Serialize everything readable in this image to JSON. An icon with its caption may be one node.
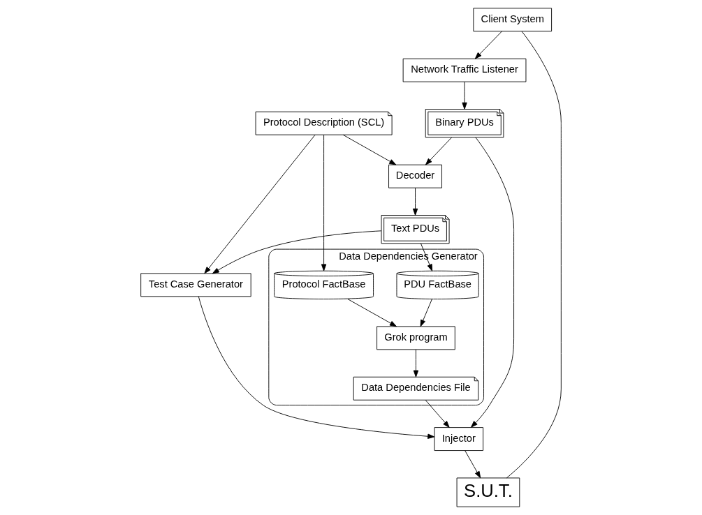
{
  "diagram": {
    "nodes": [
      {
        "text": [
          "Protocol Description (SCL)"
        ]
      },
      {
        "text": [
          "Data Dependencies Generator"
        ]
      },
      {
        "text": [
          "Protocol FactBase"
        ],
        "in": 1
      },
      {
        "text": [
          "Grok program"
        ],
        "in": 1
      },
      {
        "text": [
          "PDU FactBase"
        ],
        "in": 1
      },
      {
        "text": [
          "Data Dependencies File"
        ],
        "in": 1
      },
      {
        "text": [
          "Decoder"
        ]
      },
      {
        "text": [
          "Text PDUs"
        ]
      },
      {
        "text": [
          "Test Case Generator"
        ]
      },
      {
        "text": [
          "Binary PDUs"
        ]
      },
      {
        "text": [
          "Injector"
        ]
      },
      {
        "text": [
          "Network Traffic Listener"
        ]
      },
      {
        "text": [
          "Client System"
        ]
      },
      {
        "text": [
          "S.U.T."
        ]
      }
    ],
    "edges": [
      {
        "from": 0,
        "to": 2,
        "arrow": "to"
      },
      {
        "from": 2,
        "to": 3,
        "arrow": "to"
      },
      {
        "from": 4,
        "to": 3,
        "arrow": "to"
      },
      {
        "from": 3,
        "to": 5,
        "arrow": "to"
      },
      {
        "from": 0,
        "to": 6,
        "arrow": "to"
      },
      {
        "from": 0,
        "to": 8,
        "arrow": "to"
      },
      {
        "from": 6,
        "to": 7,
        "arrow": "to"
      },
      {
        "from": 7,
        "to": 4,
        "arrow": "to"
      },
      {
        "from": 7,
        "to": 8,
        "arrow": "to"
      },
      {
        "from": 8,
        "to": 10,
        "arrow": "to"
      },
      {
        "from": 5,
        "to": 10,
        "arrow": "to"
      },
      {
        "from": 9,
        "to": 6,
        "arrow": "to"
      },
      {
        "from": 9,
        "to": 10,
        "arrow": "to"
      },
      {
        "from": 11,
        "to": 9,
        "arrow": "to"
      },
      {
        "from": 12,
        "to": 11,
        "arrow": "to"
      },
      {
        "from": 12,
        "to": 13,
        "arrow": "none"
      },
      {
        "from": 10,
        "to": 13,
        "arrow": "to"
      }
    ]
  }
}
